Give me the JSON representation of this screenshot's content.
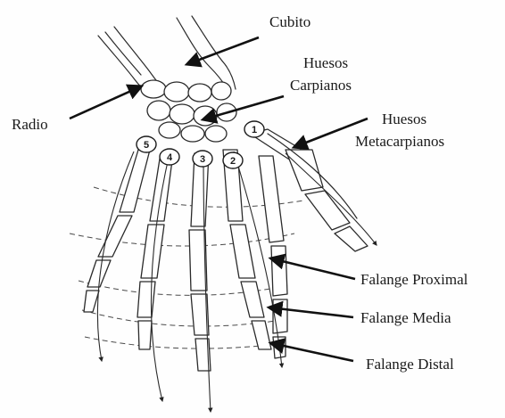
{
  "labels": {
    "cubito": "Cubito",
    "carpianos_1": "Huesos",
    "carpianos_2": "Carpianos",
    "radio": "Radio",
    "metacarpianos_1": "Huesos",
    "metacarpianos_2": "Metacarpianos",
    "falange_proximal": "Falange Proximal",
    "falange_media": "Falange Media",
    "falange_distal": "Falange Distal"
  },
  "finger_numbers": [
    "1",
    "2",
    "3",
    "4",
    "5"
  ]
}
